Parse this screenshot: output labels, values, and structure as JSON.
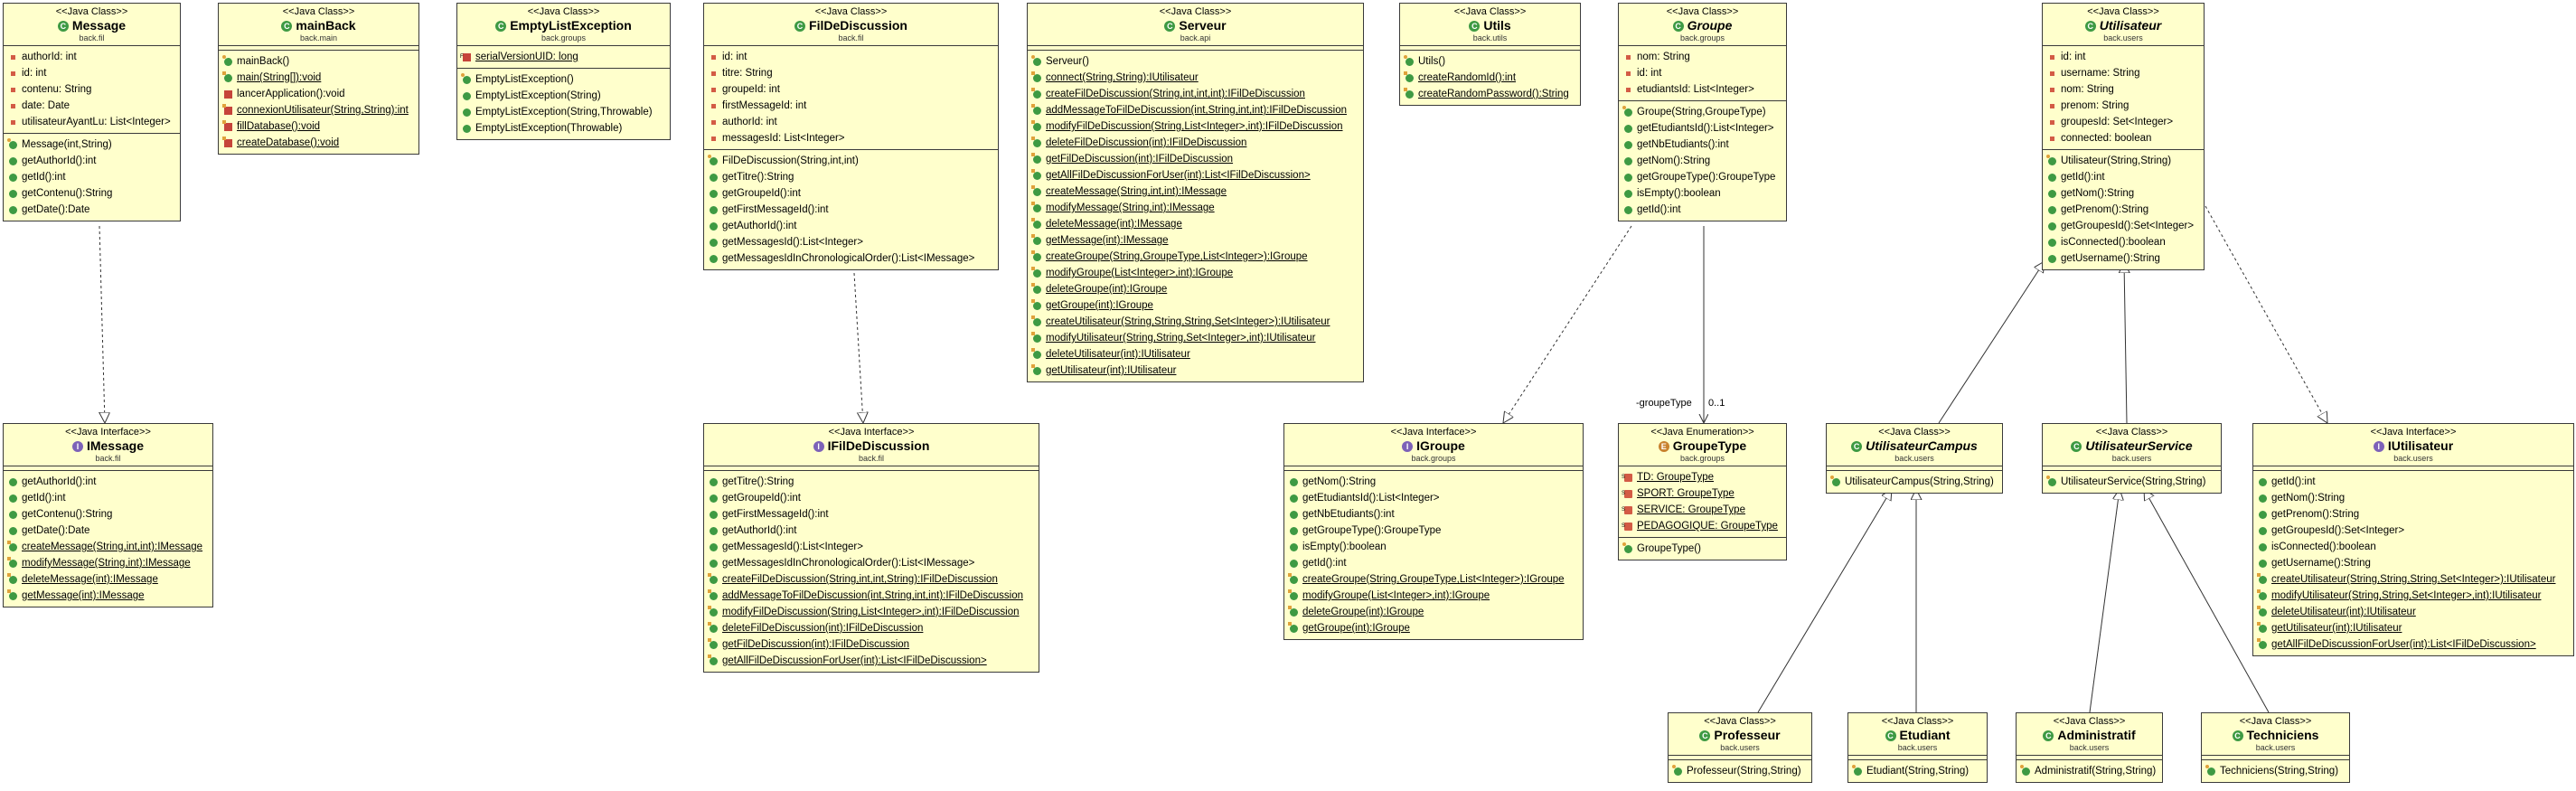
{
  "stereotypes": {
    "java_class": "<<Java Class>>",
    "java_interface": "<<Java Interface>>",
    "java_enumeration": "<<Java Enumeration>>"
  },
  "classes": {
    "message": {
      "name": "Message",
      "package": "back.fil",
      "fields": [
        "authorId: int",
        "id: int",
        "contenu: String",
        "date: Date",
        "utilisateurAyantLu: List<Integer>"
      ],
      "methods": [
        "Message(int,String)",
        "getAuthorId():int",
        "getId():int",
        "getContenu():String",
        "getDate():Date"
      ]
    },
    "mainback": {
      "name": "mainBack",
      "package": "back.main",
      "fields": [],
      "methods": [
        "mainBack()",
        "main(String[]):void",
        "lancerApplication():void",
        "connexionUtilisateur(String,String):int",
        "fillDatabase():void",
        "createDatabase():void"
      ]
    },
    "emptylistexception": {
      "name": "EmptyListException",
      "package": "back.groups",
      "fields": [
        "serialVersionUID: long"
      ],
      "methods": [
        "EmptyListException()",
        "EmptyListException(String)",
        "EmptyListException(String,Throwable)",
        "EmptyListException(Throwable)"
      ]
    },
    "fildediscussion": {
      "name": "FilDeDiscussion",
      "package": "back.fil",
      "fields": [
        "id: int",
        "titre: String",
        "groupeId: int",
        "firstMessageId: int",
        "authorId: int",
        "messagesId: List<Integer>"
      ],
      "methods": [
        "FilDeDiscussion(String,int,int)",
        "getTitre():String",
        "getGroupeId():int",
        "getFirstMessageId():int",
        "getAuthorId():int",
        "getMessagesId():List<Integer>",
        "getMessagesIdInChronologicalOrder():List<IMessage>"
      ]
    },
    "serveur": {
      "name": "Serveur",
      "package": "back.api",
      "fields": [],
      "methods": [
        "Serveur()",
        "connect(String,String):IUtilisateur",
        "createFilDeDiscussion(String,int,int,int):IFilDeDiscussion",
        "addMessageToFilDeDiscussion(int,String,int,int):IFilDeDiscussion",
        "modifyFilDeDiscussion(String,List<Integer>,int):IFilDeDiscussion",
        "deleteFilDeDiscussion(int):IFilDeDiscussion",
        "getFilDeDiscussion(int):IFilDeDiscussion",
        "getAllFilDeDiscussionForUser(int):List<IFilDeDiscussion>",
        "createMessage(String,int,int):IMessage",
        "modifyMessage(String,int):IMessage",
        "deleteMessage(int):IMessage",
        "getMessage(int):IMessage",
        "createGroupe(String,GroupeType,List<Integer>):IGroupe",
        "modifyGroupe(List<Integer>,int):IGroupe",
        "deleteGroupe(int):IGroupe",
        "getGroupe(int):IGroupe",
        "createUtilisateur(String,String,String,Set<Integer>):IUtilisateur",
        "modifyUtilisateur(String,String,Set<Integer>,int):IUtilisateur",
        "deleteUtilisateur(int):IUtilisateur",
        "getUtilisateur(int):IUtilisateur"
      ]
    },
    "utils": {
      "name": "Utils",
      "package": "back.utils",
      "fields": [],
      "methods": [
        "Utils()",
        "createRandomId():int",
        "createRandomPassword():String"
      ]
    },
    "groupe": {
      "name": "Groupe",
      "package": "back.groups",
      "fields": [
        "nom: String",
        "id: int",
        "etudiantsId: List<Integer>"
      ],
      "methods": [
        "Groupe(String,GroupeType)",
        "getEtudiantsId():List<Integer>",
        "getNbEtudiants():int",
        "getNom():String",
        "getGroupeType():GroupeType",
        "isEmpty():boolean",
        "getId():int"
      ]
    },
    "utilisateur": {
      "name": "Utilisateur",
      "package": "back.users",
      "fields": [
        "id: int",
        "username: String",
        "nom: String",
        "prenom: String",
        "groupesId: Set<Integer>",
        "connected: boolean"
      ],
      "methods": [
        "Utilisateur(String,String)",
        "getId():int",
        "getNom():String",
        "getPrenom():String",
        "getGroupesId():Set<Integer>",
        "isConnected():boolean",
        "getUsername():String"
      ]
    },
    "imessage": {
      "name": "IMessage",
      "package": "back.fil",
      "fields": [],
      "methods": [
        "getAuthorId():int",
        "getId():int",
        "getContenu():String",
        "getDate():Date",
        "createMessage(String,int,int):IMessage",
        "modifyMessage(String,int):IMessage",
        "deleteMessage(int):IMessage",
        "getMessage(int):IMessage"
      ]
    },
    "ifildediscussion": {
      "name": "IFilDeDiscussion",
      "package": "back.fil",
      "fields": [],
      "methods": [
        "getTitre():String",
        "getGroupeId():int",
        "getFirstMessageId():int",
        "getAuthorId():int",
        "getMessagesId():List<Integer>",
        "getMessagesIdInChronologicalOrder():List<IMessage>",
        "createFilDeDiscussion(String,int,int,String):IFilDeDiscussion",
        "addMessageToFilDeDiscussion(int,String,int,int):IFilDeDiscussion",
        "modifyFilDeDiscussion(String,List<Integer>,int):IFilDeDiscussion",
        "deleteFilDeDiscussion(int):IFilDeDiscussion",
        "getFilDeDiscussion(int):IFilDeDiscussion",
        "getAllFilDeDiscussionForUser(int):List<IFilDeDiscussion>"
      ]
    },
    "igroupe": {
      "name": "IGroupe",
      "package": "back.groups",
      "fields": [],
      "methods": [
        "getNom():String",
        "getEtudiantsId():List<Integer>",
        "getNbEtudiants():int",
        "getGroupeType():GroupeType",
        "isEmpty():boolean",
        "getId():int",
        "createGroupe(String,GroupeType,List<Integer>):IGroupe",
        "modifyGroupe(List<Integer>,int):IGroupe",
        "deleteGroupe(int):IGroupe",
        "getGroupe(int):IGroupe"
      ]
    },
    "groupetype": {
      "name": "GroupeType",
      "package": "back.groups",
      "fields": [
        "TD: GroupeType",
        "SPORT: GroupeType",
        "SERVICE: GroupeType",
        "PEDAGOGIQUE: GroupeType"
      ],
      "methods": [
        "GroupeType()"
      ]
    },
    "utilisateurcampus": {
      "name": "UtilisateurCampus",
      "package": "back.users",
      "fields": [],
      "methods": [
        "UtilisateurCampus(String,String)"
      ]
    },
    "utilisateurservice": {
      "name": "UtilisateurService",
      "package": "back.users",
      "fields": [],
      "methods": [
        "UtilisateurService(String,String)"
      ]
    },
    "iutilisateur": {
      "name": "IUtilisateur",
      "package": "back.users",
      "fields": [],
      "methods": [
        "getId():int",
        "getNom():String",
        "getPrenom():String",
        "getGroupesId():Set<Integer>",
        "isConnected():boolean",
        "getUsername():String",
        "createUtilisateur(String,String,String,Set<Integer>):IUtilisateur",
        "modifyUtilisateur(String,String,Set<Integer>,int):IUtilisateur",
        "deleteUtilisateur(int):IUtilisateur",
        "getUtilisateur(int):IUtilisateur",
        "getAllFilDeDiscussionForUser(int):List<IFilDeDiscussion>"
      ]
    },
    "professeur": {
      "name": "Professeur",
      "package": "back.users",
      "fields": [],
      "methods": [
        "Professeur(String,String)"
      ]
    },
    "etudiant": {
      "name": "Etudiant",
      "package": "back.users",
      "fields": [],
      "methods": [
        "Etudiant(String,String)"
      ]
    },
    "administratif": {
      "name": "Administratif",
      "package": "back.users",
      "fields": [],
      "methods": [
        "Administratif(String,String)"
      ]
    },
    "techniciens": {
      "name": "Techniciens",
      "package": "back.users",
      "fields": [],
      "methods": [
        "Techniciens(String,String)"
      ]
    }
  },
  "association": {
    "role": "-groupeType",
    "multiplicity": "0..1"
  }
}
